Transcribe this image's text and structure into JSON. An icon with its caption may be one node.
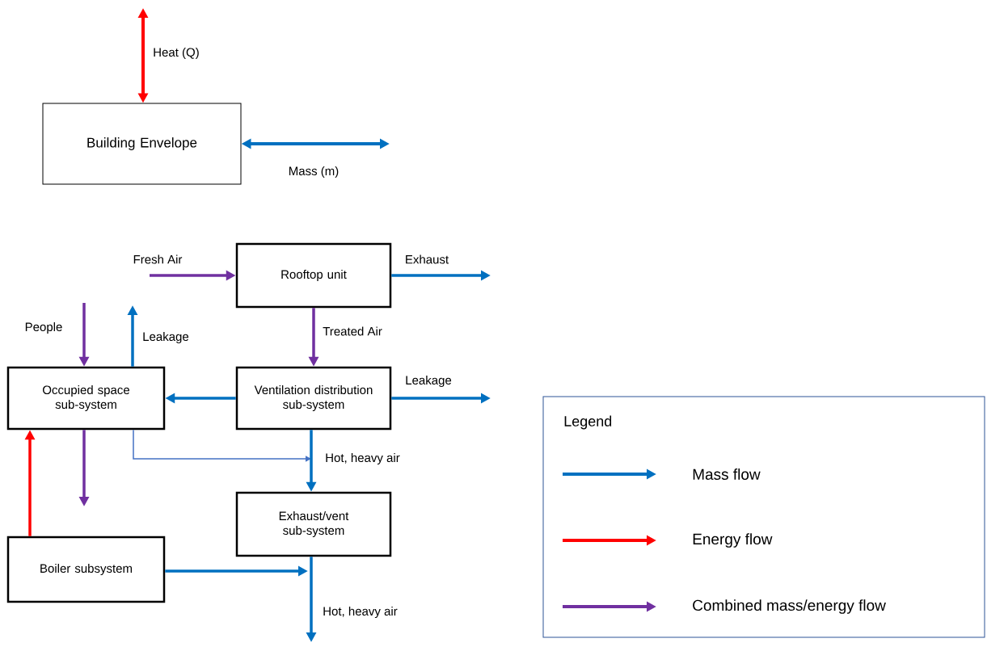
{
  "diagram": {
    "nodes": [
      {
        "text": [
          "Building Envelope"
        ]
      },
      {
        "text": [
          "Rooftop unit"
        ]
      },
      {
        "text": [
          "Occupied space sub-system"
        ]
      },
      {
        "text": [
          "Ventilation distribution sub-system"
        ]
      },
      {
        "text": [
          "Exhaust/vent sub-system"
        ]
      },
      {
        "text": [
          "Boiler subsystem"
        ]
      }
    ],
    "edges": [
      {
        "from": 0,
        "to": null,
        "arrow": "both",
        "label": "Heat (Q)",
        "color": "#ff0000"
      },
      {
        "from": 0,
        "to": null,
        "arrow": "both",
        "label": "Mass (m)"
      },
      {
        "from": null,
        "to": 1,
        "arrow": "to",
        "label": "Fresh Air",
        "color": "#7030a0"
      },
      {
        "from": 1,
        "to": null,
        "arrow": "to",
        "label": "Exhaust"
      },
      {
        "from": 1,
        "to": 3,
        "arrow": "to",
        "label": "Treated Air",
        "color": "#7030a0"
      },
      {
        "from": null,
        "to": 2,
        "arrow": "to",
        "label": "People",
        "color": "#7030a0"
      },
      {
        "from": 2,
        "to": null,
        "arrow": "to",
        "label": "Leakage"
      },
      {
        "from": 3,
        "to": 2,
        "arrow": "to"
      },
      {
        "from": 3,
        "to": null,
        "arrow": "to",
        "label": "Leakage"
      },
      {
        "from": 2,
        "to": null,
        "arrow": "to",
        "color": "#7030a0"
      },
      {
        "from": 5,
        "to": 2,
        "arrow": "to",
        "color": "#ff0000"
      },
      {
        "from": 2,
        "to": null,
        "arrow": "to",
        "color": "#4472c4"
      },
      {
        "from": 3,
        "to": 4,
        "arrow": "to",
        "label": "Hot, heavy air"
      },
      {
        "from": 5,
        "to": null,
        "arrow": "to"
      },
      {
        "from": 4,
        "to": null,
        "arrow": "to",
        "label": "Hot, heavy air"
      }
    ],
    "labels": [
      "Legend"
    ],
    "legend": [
      {
        "text": "Mass flow",
        "color": "#0070c0"
      },
      {
        "text": "Energy flow",
        "color": "#ff0000"
      },
      {
        "text": "Combined mass/energy flow",
        "color": "#7030a0"
      }
    ]
  }
}
